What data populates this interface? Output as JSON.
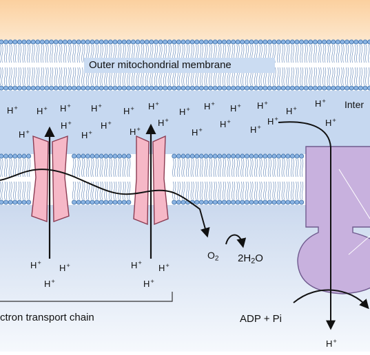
{
  "labels": {
    "outer_membrane": "Outer mitochondrial membrane",
    "intermembrane_space_partial": "Inter",
    "electron_transport_chain_partial": "ctron transport chain",
    "adp_pi": "ADP + Pi",
    "o2": "O",
    "o2_sub": "2",
    "water_pre": "2H",
    "water_sub": "2",
    "water_post": "O"
  },
  "ions": {
    "proton_base": "H",
    "proton_charge": "+"
  },
  "colors": {
    "cytosol_top": "#fbd3a4",
    "intermembrane": "#c9daf1",
    "matrix_top": "#cfdcef",
    "matrix_bottom": "#f4f7fc",
    "lipid_head": "#8ab3e2",
    "lipid_head_stroke": "#3f6fa6",
    "lipid_tail": "#6e8fbd",
    "complex_fill": "#f6b8c7",
    "complex_stroke": "#8a3b52",
    "atp_synthase_fill": "#c7b0dd",
    "atp_synthase_stroke": "#6f5a8e"
  }
}
